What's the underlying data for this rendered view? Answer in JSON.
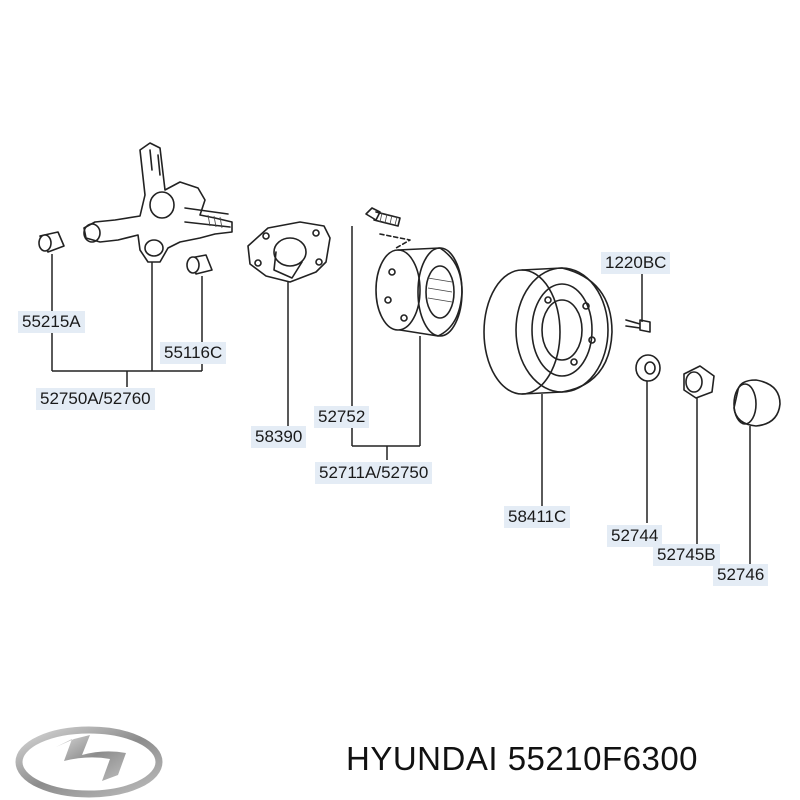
{
  "labels": {
    "p55215a": "55215A",
    "p55116c": "55116C",
    "p52750a_52760": "52750A/52760",
    "p58390": "58390",
    "p52752": "52752",
    "p52711a_52750": "52711A/52750",
    "p1220bc": "1220BC",
    "p58411c": "58411C",
    "p52744": "52744",
    "p52745b": "52745B",
    "p52746": "52746"
  },
  "caption": {
    "brand": "HYUNDAI",
    "part_number": "55210F6300"
  },
  "colors": {
    "label_background": "#e4ecf5",
    "line": "#222222",
    "logo": "#9a9a9a"
  },
  "icons": {
    "logo": "hyundai-logo-icon"
  }
}
